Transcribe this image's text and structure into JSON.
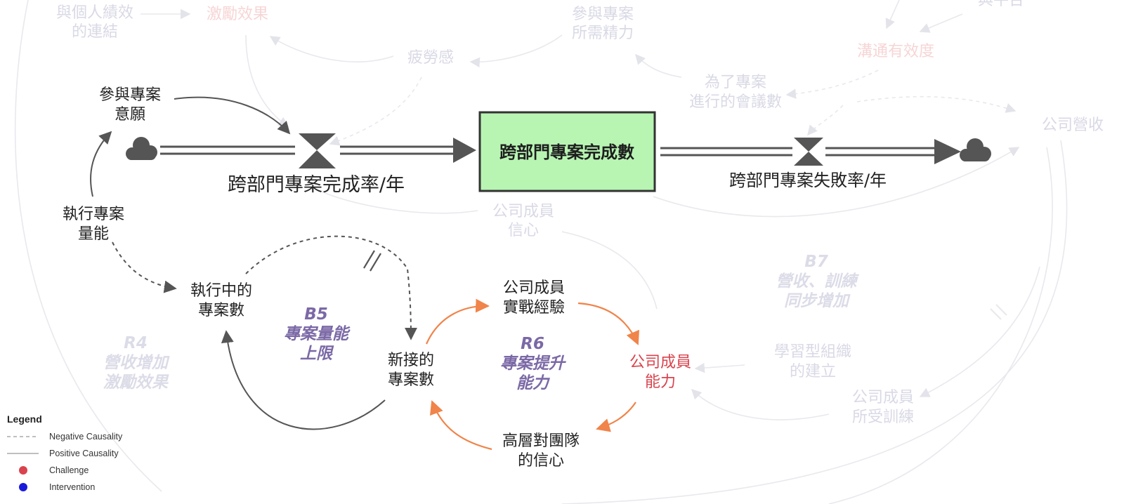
{
  "stock": {
    "label": "跨部門專案完成數",
    "fill": "#b8f5b3",
    "stroke": "#333333"
  },
  "flows": {
    "completion_rate": "跨部門專案完成率/年",
    "failure_rate": "跨部門專案失敗率/年"
  },
  "variables": {
    "willingness": [
      "參與專案",
      "意願"
    ],
    "capacity": [
      "執行專案",
      "量能"
    ],
    "in_progress": [
      "執行中的",
      "專案數"
    ],
    "new_projects": [
      "新接的",
      "專案數"
    ],
    "experience": [
      "公司成員",
      "實戰經驗"
    ],
    "capability": [
      "公司成員",
      "能力"
    ],
    "management_trust": [
      "高層對團隊",
      "的信心"
    ]
  },
  "faded_variables": {
    "link_performance": [
      "與個人績效",
      "的連結"
    ],
    "incentive": [
      "激勵效果"
    ],
    "energy": [
      "參與專案",
      "所需精力"
    ],
    "fatigue": [
      "疲勞感"
    ],
    "platform": [
      "與平台"
    ],
    "communication": [
      "溝通有效度"
    ],
    "meetings": [
      "為了專案",
      "進行的會議數"
    ],
    "revenue": [
      "公司營收"
    ],
    "member_confidence": [
      "公司成員",
      "信心"
    ],
    "learning_org": [
      "學習型組織",
      "的建立"
    ],
    "training": [
      "公司成員",
      "所受訓練"
    ]
  },
  "loops": {
    "b5": [
      "B5",
      "專案量能",
      "上限"
    ],
    "r6": [
      "R6",
      "專案提升",
      "能力"
    ],
    "b7": [
      "B7",
      "營收、訓練",
      "同步增加"
    ],
    "r4": [
      "R4",
      "營收增加",
      "激勵效果"
    ]
  },
  "legend": {
    "title": "Legend",
    "negative": "Negative Causality",
    "positive": "Positive Causality",
    "challenge": "Challenge",
    "intervention": "Intervention"
  },
  "colors": {
    "arrow_gray": "#555555",
    "arrow_orange": "#f0844a",
    "challenge": "#d9434d",
    "intervention": "#1a1adb",
    "loop_label": "#7b69a6",
    "faint_text": "#d9d9e6",
    "faint_red_text": "#f7d5d5",
    "faint_line": "#e8e8ee"
  }
}
